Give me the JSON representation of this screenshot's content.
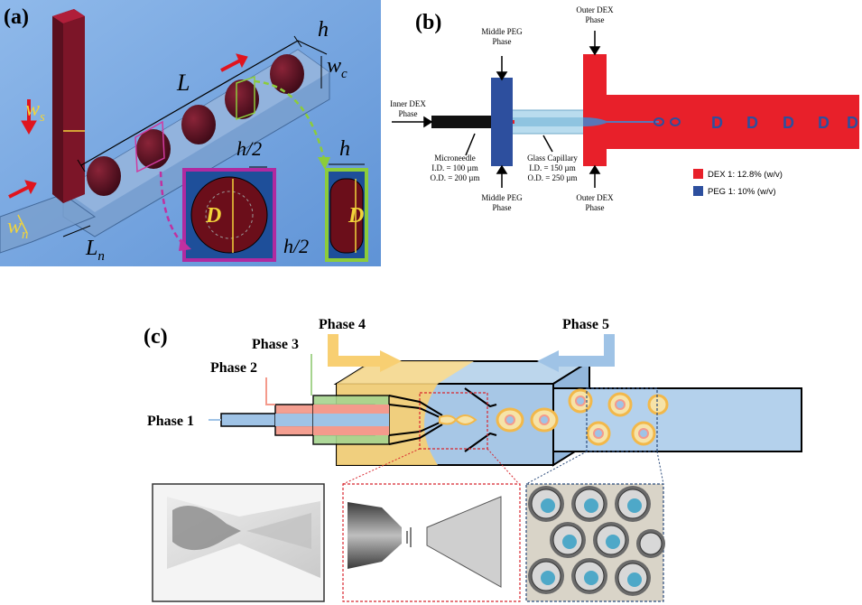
{
  "panel_a": {
    "label": "(a)",
    "sym_L": "L",
    "sym_h": "h",
    "sym_wc": "w",
    "sym_wc_sub": "c",
    "sym_ws": "w",
    "sym_ws_sub": "s",
    "sym_wn": "w",
    "sym_wn_sub": "n",
    "sym_Ln": "L",
    "sym_Ln_sub": "n",
    "sym_h2": "h/2",
    "sym_D": "D"
  },
  "panel_b": {
    "label": "(b)",
    "middle_peg_top": [
      "Middle PEG",
      "Phase"
    ],
    "outer_dex_top": [
      "Outer DEX",
      "Phase"
    ],
    "inner_dex": [
      "Inner DEX",
      "Phase"
    ],
    "microneedle": [
      "Microneedle",
      "I.D. = 100 µm",
      "O.D. = 200 µm"
    ],
    "glass_capillary": [
      "Glass Capillary",
      "I.D. = 150 µm",
      "O.D. = 250 µm"
    ],
    "middle_peg_bottom": [
      "Middle PEG",
      "Phase"
    ],
    "outer_dex_bottom": [
      "Outer DEX",
      "Phase"
    ],
    "legend": [
      {
        "label": "DEX 1: 12.8% (w/v)",
        "color": "#e8202a"
      },
      {
        "label": "PEG 1: 10% (w/v)",
        "color": "#2d4f9e"
      }
    ],
    "droplet_glyph": "D"
  },
  "panel_c": {
    "label": "(c)",
    "phase1": "Phase 1",
    "phase2": "Phase 2",
    "phase3": "Phase 3",
    "phase4": "Phase 4",
    "phase5": "Phase 5"
  }
}
